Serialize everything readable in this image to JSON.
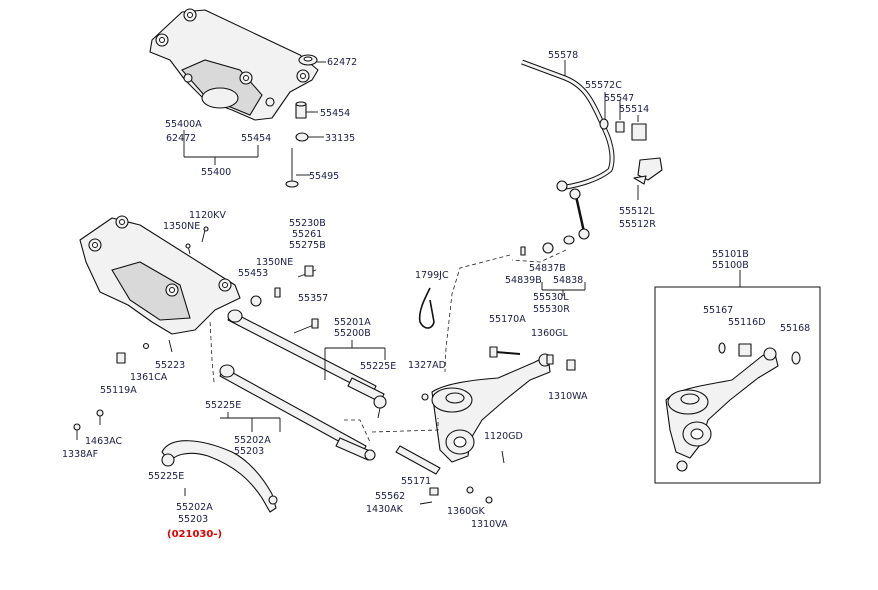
{
  "labels": {
    "l62472a": "62472",
    "l55454a": "55454",
    "l33135": "33135",
    "l55400a": "55400A",
    "l62472b": "62472",
    "l55454b": "55454",
    "l55400": "55400",
    "l55495": "55495",
    "l55578": "55578",
    "l55572c": "55572C",
    "l55547": "55547",
    "l55514": "55514",
    "l55512l": "55512L",
    "l55512r": "55512R",
    "l1120kv": "1120KV",
    "l1350ne_a": "1350NE",
    "l55230b": "55230B",
    "l55261": "55261",
    "l55275b": "55275B",
    "l1350ne_b": "1350NE",
    "l55453": "55453",
    "l55357": "55357",
    "l1799jc": "1799JC",
    "l54837b": "54837B",
    "l54839b": "54839B",
    "l54838": "54838",
    "l55530l": "55530L",
    "l55530r": "55530R",
    "l55101b": "55101B",
    "l55100b": "55100B",
    "l55167": "55167",
    "l55116d": "55116D",
    "l55168": "55168",
    "l55201a": "55201A",
    "l55200b": "55200B",
    "l55170a": "55170A",
    "l1360gl": "1360GL",
    "l55223": "55223",
    "l55225e_a": "55225E",
    "l1327ad": "1327AD",
    "l1310wa": "1310WA",
    "l55119a": "55119A",
    "l1361ca": "1361CA",
    "l55225e_b": "55225E",
    "l1463ac": "1463AC",
    "l1338af": "1338AF",
    "l55202a_a": "55202A",
    "l55203_a": "55203",
    "l1120gd": "1120GD",
    "l55225e_c": "55225E",
    "l55171": "55171",
    "l55562": "55562",
    "l1430ak": "1430AK",
    "l1360gk": "1360GK",
    "l1310va": "1310VA",
    "l55202a_b": "55202A",
    "l55203_b": "55203",
    "l021030": "(021030-)"
  },
  "colors": {
    "label": "#1c1c46",
    "highlight": "#e00000",
    "outline": "#111111"
  }
}
